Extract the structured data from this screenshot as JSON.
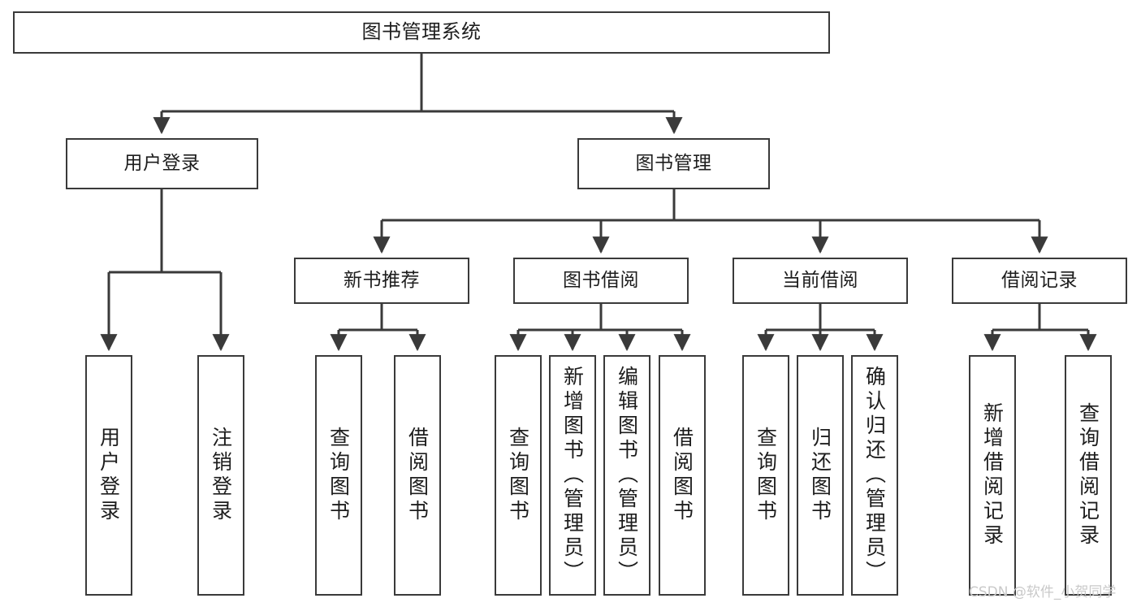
{
  "diagram": {
    "title": "图书管理系统",
    "type": "hierarchy-tree",
    "orientation": "top-down",
    "colors": {
      "box_border": "#3a3a3a",
      "box_fill": "#ffffff",
      "connector": "#3a3a3a",
      "text": "#1d1d1d",
      "watermark": "#c9c9c9",
      "background": "#ffffff"
    },
    "root": {
      "label": "图书管理系统"
    },
    "level2": [
      {
        "label": "用户登录"
      },
      {
        "label": "图书管理"
      }
    ],
    "level3": [
      {
        "label": "新书推荐"
      },
      {
        "label": "图书借阅"
      },
      {
        "label": "当前借阅"
      },
      {
        "label": "借阅记录"
      }
    ],
    "leaves": {
      "user_login": [
        {
          "label": "用户登录"
        },
        {
          "label": "注销登录"
        }
      ],
      "new_book_recommend": [
        {
          "label": "查询图书"
        },
        {
          "label": "借阅图书"
        }
      ],
      "book_borrow": [
        {
          "label": "查询图书"
        },
        {
          "label": "新增图书（管理员）"
        },
        {
          "label": "编辑图书（管理员）"
        },
        {
          "label": "借阅图书"
        }
      ],
      "current_borrow": [
        {
          "label": "查询图书"
        },
        {
          "label": "归还图书"
        },
        {
          "label": "确认归还（管理员）"
        }
      ],
      "borrow_record": [
        {
          "label": "新增借阅记录"
        },
        {
          "label": "查询借阅记录"
        }
      ]
    }
  },
  "watermark": {
    "text": "CSDN @软件_小贺同学"
  }
}
